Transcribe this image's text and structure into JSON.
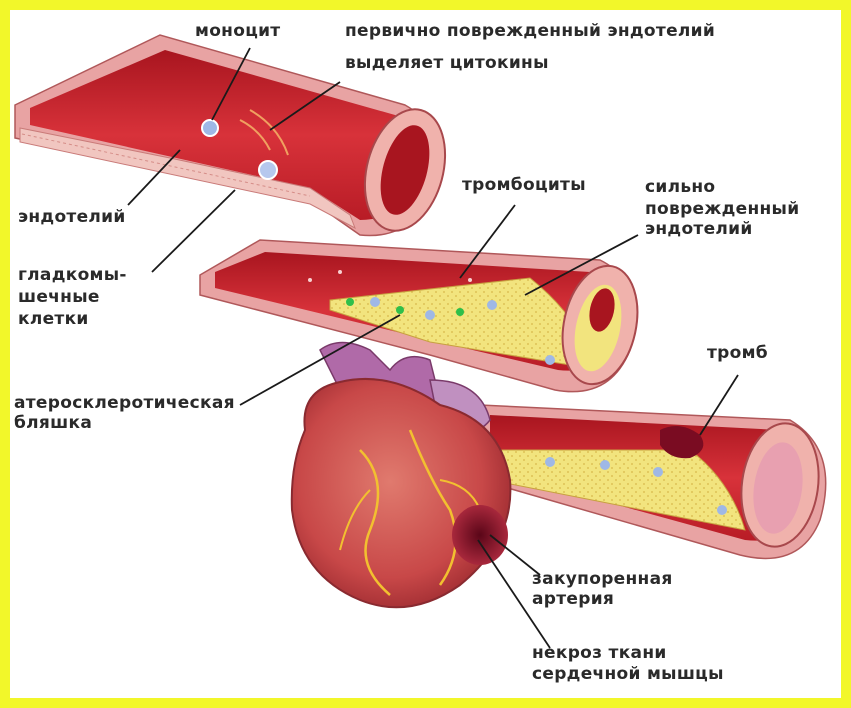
{
  "labels": {
    "monocyte": "моноцит",
    "primary_damage_line1": "первично поврежденный эндотелий",
    "primary_damage_line2": "выделяет цитокины",
    "endothelium": "эндотелий",
    "smooth_muscle_line1": "гладкомы-",
    "smooth_muscle_line2": "шечные",
    "smooth_muscle_line3": "клетки",
    "platelets": "тромбоциты",
    "severe_damage_line1": "сильно",
    "severe_damage_line2": "поврежденный",
    "severe_damage_line3": "эндотелий",
    "plaque_line1": "атеросклеротическая",
    "plaque_line2": "бляшка",
    "thrombus": "тромб",
    "blocked_artery_line1": "закупоренная",
    "blocked_artery_line2": "артерия",
    "necrosis_line1": "некроз ткани",
    "necrosis_line2": "сердечной мышцы"
  },
  "colors": {
    "border": "#f2f72a",
    "vessel_wall": "#e8a2a2",
    "lumen": "#c8222c",
    "plaque": "#f0e27a",
    "heart": "#c94a4a",
    "necrosis": "#7a0c22"
  }
}
